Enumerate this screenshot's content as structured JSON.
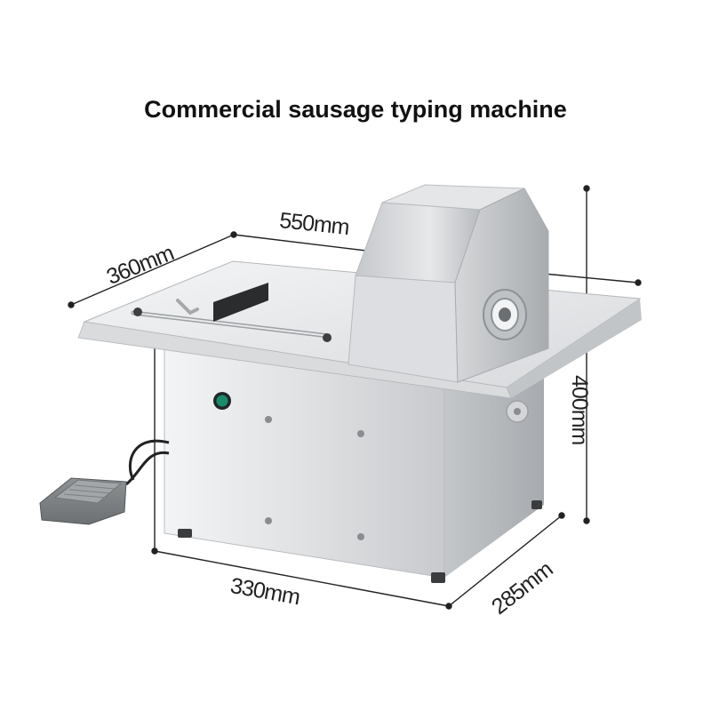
{
  "title": "Commercial sausage typing machine",
  "dimensions": {
    "width_top": "550mm",
    "depth_top": "360mm",
    "height": "400mm",
    "width_base": "330mm",
    "depth_base": "285mm"
  },
  "colors": {
    "steel_light": "#e8e9eb",
    "steel_mid": "#c9cbce",
    "steel_dark": "#9a9da1",
    "pedal": "#7b7e80",
    "button": "#1a8a6a"
  }
}
